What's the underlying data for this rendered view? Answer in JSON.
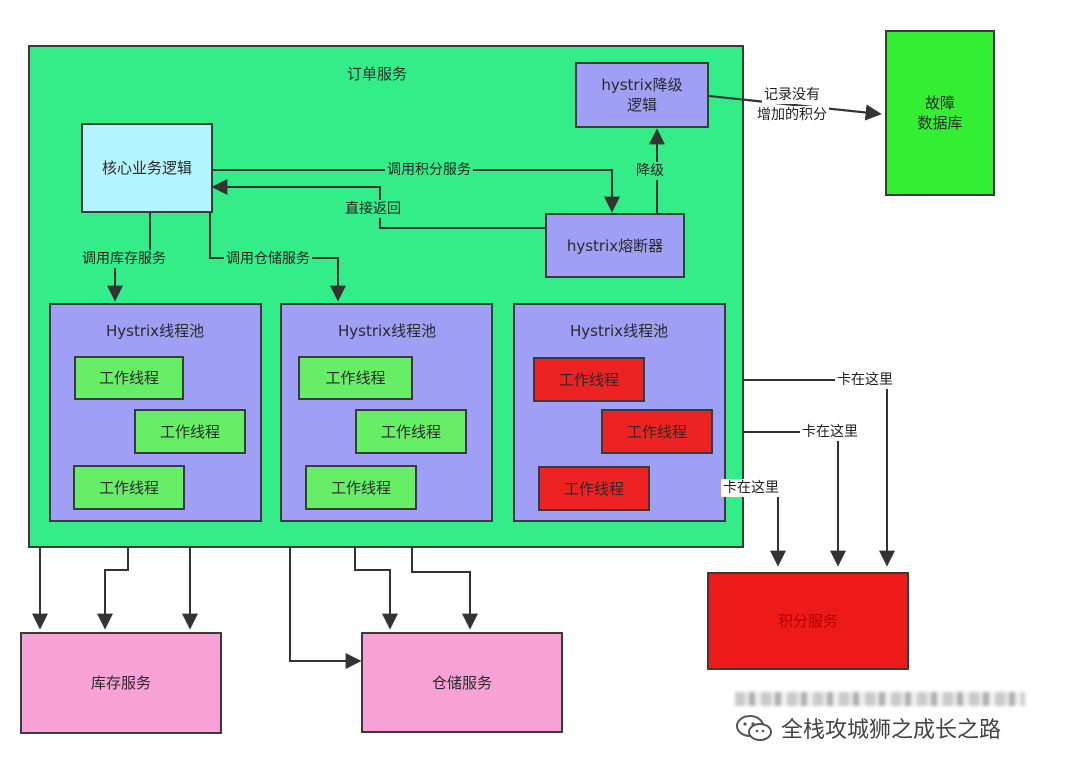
{
  "order_service": {
    "title": "订单服务",
    "color": "#33ee88"
  },
  "core_logic": {
    "label": "核心业务逻辑",
    "color": "#b3f4ff"
  },
  "hystrix_fallback": {
    "line1": "hystrix降级",
    "line2": "逻辑",
    "color": "#9f9ff5"
  },
  "hystrix_breaker": {
    "label": "hystrix熔断器",
    "color": "#9f9ff5"
  },
  "fault_db": {
    "line1": "故障",
    "line2": "数据库",
    "color": "#33ee33"
  },
  "labels": {
    "call_points": "调用积分服务",
    "direct_return": "直接返回",
    "degrade": "降级",
    "record_line1": "记录没有",
    "record_line2": "增加的积分",
    "call_inventory": "调用库存服务",
    "call_warehouse": "调用仓储服务",
    "stuck_here": "卡在这里"
  },
  "pools": [
    {
      "title": "Hystrix线程池",
      "threads": [
        "工作线程",
        "工作线程",
        "工作线程"
      ],
      "thread_color": "#66ee66"
    },
    {
      "title": "Hystrix线程池",
      "threads": [
        "工作线程",
        "工作线程",
        "工作线程"
      ],
      "thread_color": "#66ee66"
    },
    {
      "title": "Hystrix线程池",
      "threads": [
        "工作线程",
        "工作线程",
        "工作线程"
      ],
      "thread_color": "#ee2222"
    }
  ],
  "inventory_service": {
    "label": "库存服务",
    "color": "#f7a1d6"
  },
  "warehouse_service": {
    "label": "仓储服务",
    "color": "#f7a1d6"
  },
  "points_service": {
    "label": "积分服务",
    "color": "#ee1a1a"
  },
  "watermark": {
    "text": "全栈攻城狮之成长之路",
    "icon": "wechat-icon"
  },
  "colors": {
    "pool": "#9f9ff5",
    "line": "#333333"
  }
}
